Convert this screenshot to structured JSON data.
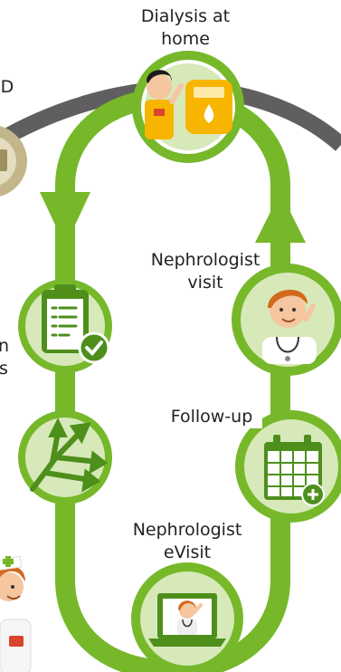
{
  "labels": {
    "dialysis_home": [
      "Dialysis at",
      "home"
    ],
    "nephrologist_visit": [
      "Nephrologist",
      "visit"
    ],
    "follow_up": "Follow-up",
    "nephrologist_evisit": [
      "Nephrologist",
      "eVisit"
    ],
    "left_fragment_top": "D",
    "left_fragment_mid": [
      "n",
      "s"
    ]
  },
  "colors": {
    "loop_green": "#76B82A",
    "icon_fill": "#D7E9B9",
    "ring_dark": "#4E8F1C",
    "outer_arc": "#5F5F5F",
    "left_node": "#C3B68A",
    "text": "#222222"
  },
  "icons": [
    "patient-with-dialysis-machine-icon",
    "clipboard-checklist-icon",
    "branching-arrows-icon",
    "nephrologist-icon",
    "calendar-medical-icon",
    "laptop-evisit-icon",
    "nurse-icon"
  ]
}
